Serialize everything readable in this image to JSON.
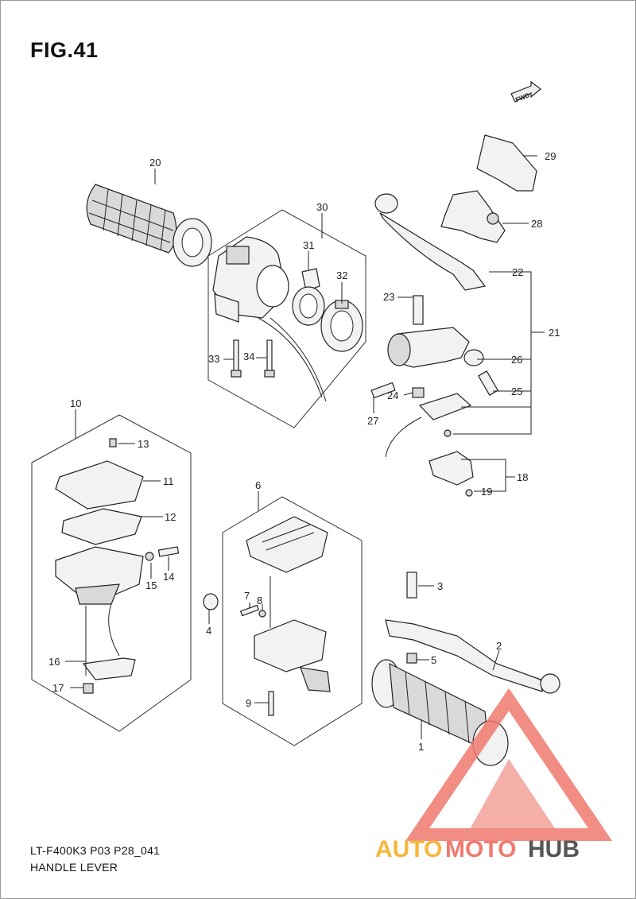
{
  "figure": {
    "title": "FIG.41",
    "model_code": "LT-F400K3 P03 P28_041",
    "subtitle": "HANDLE LEVER",
    "fwd_label": "FWD"
  },
  "watermark": {
    "brand_a": "AUTO",
    "brand_b": "MOTO",
    "brand_c": "HUB",
    "color_a": "#f6b73c",
    "color_b": "#f07a6f",
    "color_c": "#555555"
  },
  "callouts": [
    "1",
    "2",
    "3",
    "4",
    "5",
    "6",
    "7",
    "8",
    "9",
    "10",
    "11",
    "12",
    "13",
    "14",
    "15",
    "16",
    "17",
    "18",
    "19",
    "20",
    "21",
    "22",
    "23",
    "24",
    "25",
    "26",
    "27",
    "28",
    "29",
    "30",
    "31",
    "32",
    "33",
    "34"
  ]
}
